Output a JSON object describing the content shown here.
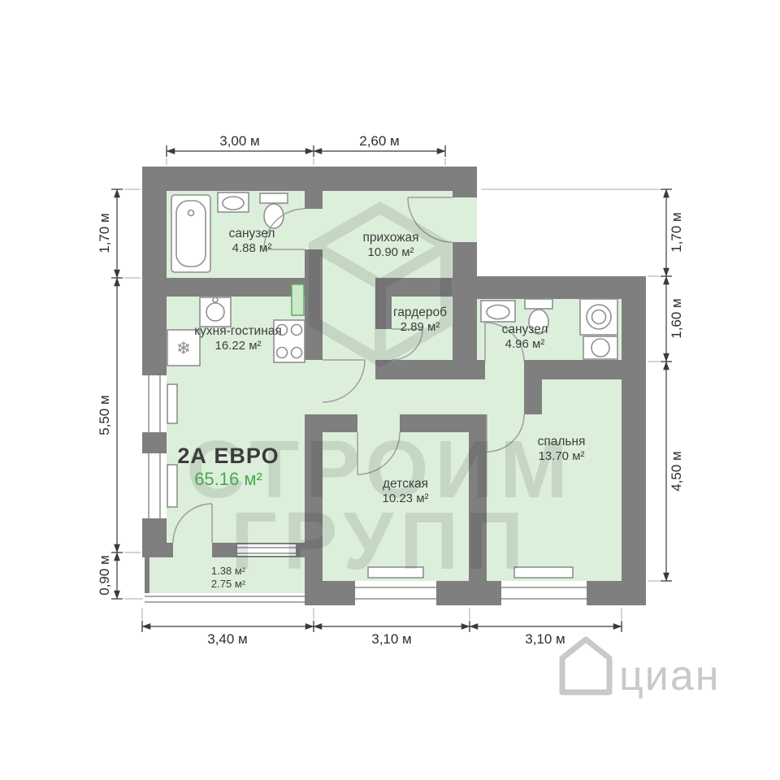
{
  "apartment": {
    "type_label": "2А ЕВРО",
    "total_area": "65.16 м²"
  },
  "rooms": {
    "bathroom_top": {
      "name": "санузел",
      "area": "4.88 м²"
    },
    "hallway": {
      "name": "прихожая",
      "area": "10.90 м²"
    },
    "wardrobe": {
      "name": "гардероб",
      "area": "2.89 м²"
    },
    "bathroom_right": {
      "name": "санузел",
      "area": "4.96 м²"
    },
    "kitchen_living": {
      "name": "кухня-гостиная",
      "area": "16.22 м²"
    },
    "children_room": {
      "name": "детская",
      "area": "10.23 м²"
    },
    "bedroom": {
      "name": "спальня",
      "area": "13.70 м²"
    },
    "balcony": {
      "area_reduced": "1.38 м²",
      "area_full": "2.75 м²"
    }
  },
  "dimensions": {
    "top": [
      "3,00 м",
      "2,60 м"
    ],
    "left": [
      "1,70 м",
      "5,50 м",
      "0,90 м"
    ],
    "right": [
      "1,70 м",
      "1,60 м",
      "4,50 м"
    ],
    "bottom": [
      "3,40 м",
      "3,10 м",
      "3,10 м"
    ]
  },
  "watermark": {
    "line1": "СТРОИМ",
    "line2": "ГРУПП",
    "brand": "циан"
  },
  "icons": {
    "snowflake": "❄"
  },
  "colors": {
    "wall": "#7f7f7f",
    "floor": "#dcefdb",
    "accent_green": "#4aa84f",
    "watermark_gray": "#c9c9c9"
  }
}
